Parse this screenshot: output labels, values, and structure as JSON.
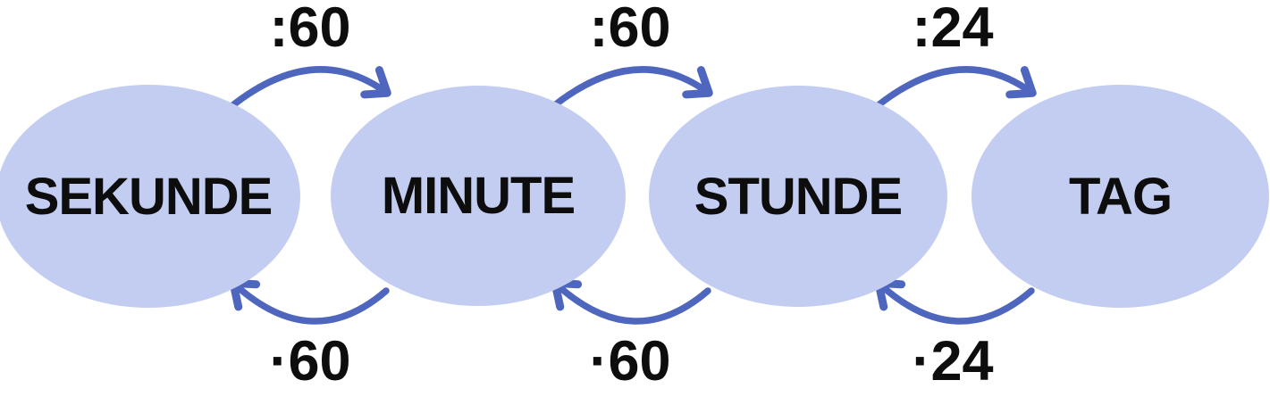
{
  "diagram": {
    "type": "conversion-cycle",
    "language": "de",
    "topic": "time-units",
    "nodes": [
      {
        "label": "SEKUNDE"
      },
      {
        "label": "MINUTE"
      },
      {
        "label": "STUNDE"
      },
      {
        "label": "TAG"
      }
    ],
    "conversions": [
      {
        "from": "SEKUNDE",
        "to": "MINUTE",
        "forward_label": ":60",
        "backward_label": "·60"
      },
      {
        "from": "MINUTE",
        "to": "STUNDE",
        "forward_label": ":60",
        "backward_label": "·60"
      },
      {
        "from": "STUNDE",
        "to": "TAG",
        "forward_label": ":24",
        "backward_label": "·24"
      }
    ],
    "colors": {
      "node_fill": "#c2cdf1",
      "arrow": "#4f66bf",
      "text": "#0d0d0d",
      "background": "#ffffff"
    }
  }
}
